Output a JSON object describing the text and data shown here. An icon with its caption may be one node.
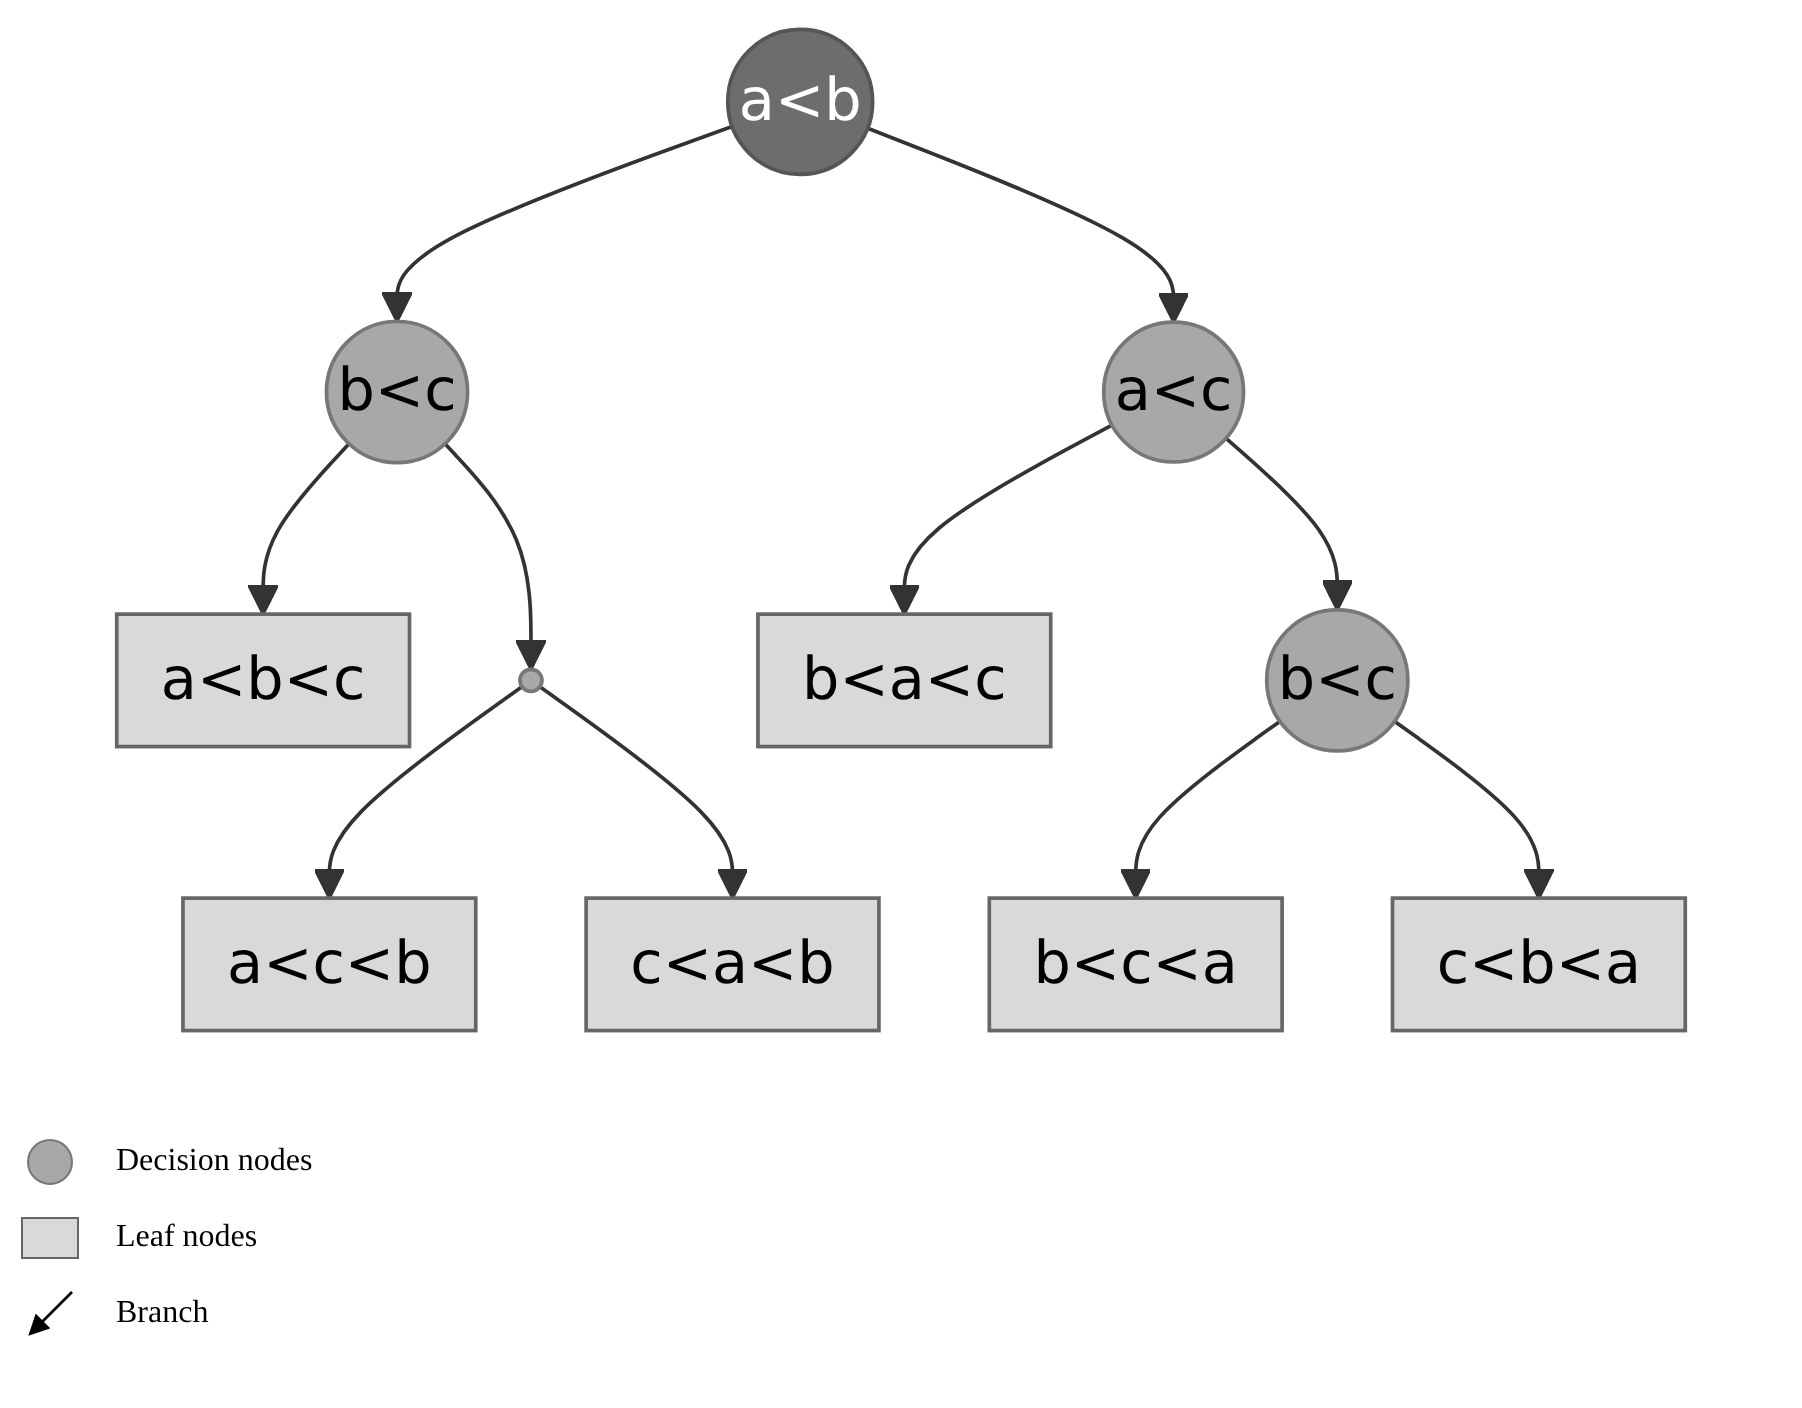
{
  "diagram": {
    "nodes": [
      {
        "text": [
          "a<b"
        ]
      },
      {
        "text": [
          "b<c"
        ]
      },
      {
        "text": [
          "a<b<c"
        ]
      },
      {
        "text": [],
        "shape": "circle"
      },
      {
        "text": [
          "a<c<b"
        ]
      },
      {
        "text": [
          "c<a<b"
        ]
      },
      {
        "text": [
          "a<c"
        ]
      },
      {
        "text": [
          "b<a<c"
        ]
      },
      {
        "text": [
          "b<c"
        ]
      },
      {
        "text": [
          "b<c<a"
        ]
      },
      {
        "text": [
          "c<b<a"
        ]
      }
    ],
    "edges": [
      {
        "from": 0,
        "to": 1,
        "arrow": "to"
      },
      {
        "from": 0,
        "to": 6,
        "arrow": "to"
      },
      {
        "from": 1,
        "to": 2,
        "arrow": "to"
      },
      {
        "from": 1,
        "to": 3,
        "arrow": "to"
      },
      {
        "from": 3,
        "to": 4,
        "arrow": "to"
      },
      {
        "from": 3,
        "to": 5,
        "arrow": "to"
      },
      {
        "from": 6,
        "to": 7,
        "arrow": "to"
      },
      {
        "from": 6,
        "to": 8,
        "arrow": "to"
      },
      {
        "from": 8,
        "to": 9,
        "arrow": "to"
      },
      {
        "from": 8,
        "to": 10,
        "arrow": "to"
      }
    ],
    "legend": [
      {
        "text": "Decision nodes"
      },
      {
        "text": "Leaf nodes"
      },
      {
        "text": "Branch"
      }
    ]
  }
}
